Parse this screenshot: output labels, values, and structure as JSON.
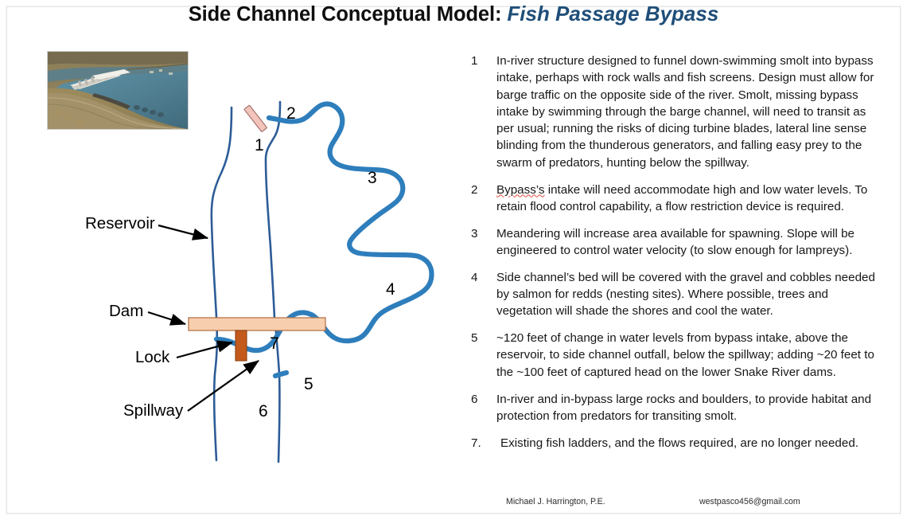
{
  "slide": {
    "title_main": "Side Channel Conceptual Model:",
    "title_accent": "Fish Passage Bypass",
    "accent_color": "#1F4E79"
  },
  "photo": {
    "alt_name": "aerial-photo-of-dam-on-river",
    "colors": {
      "water": "#5d8fa3",
      "land": "#9e8a5e",
      "structure": "#e8e6df",
      "sky_land_far": "#8a7f63"
    }
  },
  "diagram": {
    "colors": {
      "river_bank": "#2d5c97",
      "side_channel": "#2e7ebc",
      "dam_fill": "#f7cfae",
      "dam_stroke": "#b5744a",
      "lock_fill": "#c35a1c",
      "lock_stroke": "#8a4011",
      "intake_fill": "#f2c4bc",
      "intake_stroke": "#9c6b63",
      "arrow": "#000000"
    },
    "callouts": [
      {
        "name": "reservoir",
        "label": "Reservoir"
      },
      {
        "name": "dam",
        "label": "Dam"
      },
      {
        "name": "lock",
        "label": "Lock"
      },
      {
        "name": "spillway",
        "label": "Spillway"
      }
    ],
    "numbers": [
      {
        "id": "1",
        "label": "1"
      },
      {
        "id": "2",
        "label": "2"
      },
      {
        "id": "3",
        "label": "3"
      },
      {
        "id": "4",
        "label": "4"
      },
      {
        "id": "5",
        "label": "5"
      },
      {
        "id": "6",
        "label": "6"
      },
      {
        "id": "7",
        "label": "7"
      }
    ]
  },
  "notes": [
    {
      "num": "1",
      "text": "In-river structure designed to funnel down-swimming smolt into bypass intake, perhaps with rock walls and fish screens. Design must allow for barge traffic on the opposite side of the river. Smolt, missing bypass intake by swimming through the barge channel, will need to transit as per usual; running the risks of dicing turbine blades, lateral line sense blinding from the thunderous generators, and falling easy prey to the swarm of predators, hunting below the spillway."
    },
    {
      "num": "2",
      "text_lead": "Bypass’s",
      "text": " intake will need accommodate high and low water levels. To retain flood control capability, a flow restriction device is required."
    },
    {
      "num": "3",
      "text": "Meandering will increase area available for spawning. Slope will be engineered to control water velocity (to slow enough for lampreys)."
    },
    {
      "num": "4",
      "text": "Side channel’s bed will be covered with the gravel and cobbles needed by salmon for redds (nesting sites). Where possible, trees and vegetation will shade the shores and cool the water."
    },
    {
      "num": "5",
      "text": "~120 feet of change in water levels from bypass intake, above the reservoir, to side channel outfall, below the spillway; adding ~20 feet to the ~100 feet of captured head on the lower Snake River dams."
    },
    {
      "num": "6",
      "text": "In-river and in-bypass large rocks and boulders, to provide habitat and protection from predators for transiting smolt."
    },
    {
      "num": "7.",
      "text": "Existing fish ladders, and the flows required, are no longer needed."
    }
  ],
  "footer": {
    "author": "Michael J. Harrington, P.E.",
    "email": "westpasco456@gmail.com"
  }
}
